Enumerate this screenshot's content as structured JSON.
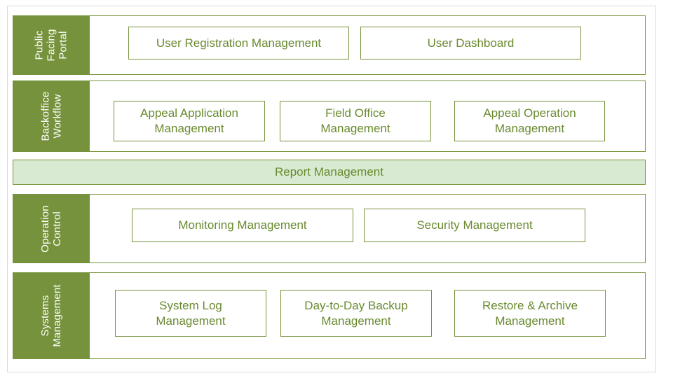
{
  "colors": {
    "label_fill": "#76923c",
    "border": "#77933c",
    "text": "#6a8a30",
    "report_fill": "#d8ead2"
  },
  "layers": [
    {
      "label": "Public\nFacing\nPortal",
      "modules": [
        "User Registration Management",
        "User Dashboard"
      ]
    },
    {
      "label": "Backoffice\nWorkflow",
      "modules": [
        "Appeal Application\nManagement",
        "Field Office\nManagement",
        "Appeal Operation\nManagement"
      ]
    },
    {
      "label": "Operation\nControl",
      "modules": [
        "Monitoring Management",
        "Security Management"
      ]
    },
    {
      "label": "Systems\nManagement",
      "modules": [
        "System Log\nManagement",
        "Day-to-Day Backup\nManagement",
        "Restore & Archive\nManagement"
      ]
    }
  ],
  "report_bar": {
    "label": "Report Management"
  }
}
